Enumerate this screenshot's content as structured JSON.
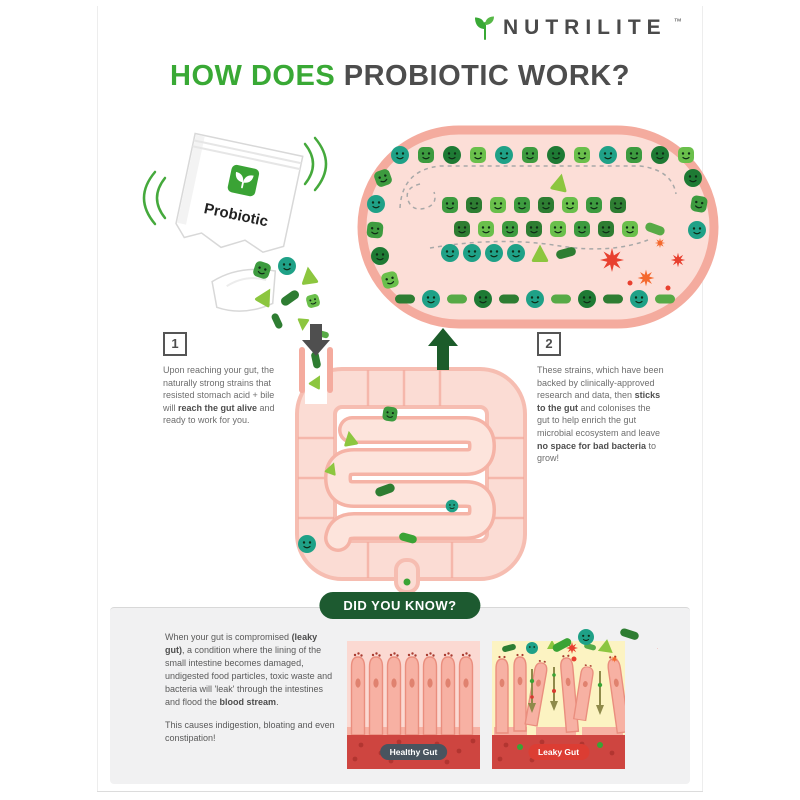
{
  "brand": {
    "name": "NUTRILITE",
    "trademark": "TM"
  },
  "title": {
    "lead": "HOW DOES",
    "rest": " PROBIOTIC WORK?"
  },
  "packet": {
    "label": "Probiotic"
  },
  "steps": [
    {
      "number": "1",
      "runs": [
        "Upon reaching your gut, the naturally strong strains that resisted stomach acid + bile will ",
        "reach the gut alive",
        " and ready to work for you."
      ]
    },
    {
      "number": "2",
      "runs": [
        "These strains, which have been backed by clinically-approved research and data, then ",
        "sticks to the gut",
        " and colonises the gut to help enrich the gut microbial ecosystem and leave ",
        "no space for bad bacteria",
        " to grow!"
      ]
    }
  ],
  "did_you_know": {
    "heading": "DID YOU KNOW?",
    "paragraph_runs": [
      "When your gut is compromised ",
      "(leaky gut)",
      ", a condition where the lining of the small intestine becomes damaged, undigested food particles, toxic waste and bacteria will 'leak' through the intestines and flood the ",
      "blood stream",
      "."
    ],
    "paragraph2": "This causes indigestion, bloating and even constipation!",
    "healthy_label": "Healthy Gut",
    "leaky_label": "Leaky Gut"
  },
  "colors": {
    "brand_green": "#39a935",
    "dark_green": "#1d5a30",
    "title_gray": "#4d4d4d",
    "gut_tube_fill": "#fcded7",
    "gut_tube_border": "#f4ab9e",
    "panel_gray": "#f1f1f2",
    "bad_bacteria_red": "#e8402f",
    "bad_bacteria_orange": "#f4692e",
    "healthy_label_bg": "#49545f",
    "leaky_label_bg": "#dc3d33",
    "leaky_bg_yellow": "#fcf3c2"
  },
  "icons": {
    "brand_leaf": "leaf-icon",
    "good_bacteria": "circle/square/rod/triangle bacterium icons",
    "bad_bacteria": "spiky-virus-icon",
    "flow_down": "down-arrow-icon",
    "zoom_up": "up-arrow-icon"
  }
}
